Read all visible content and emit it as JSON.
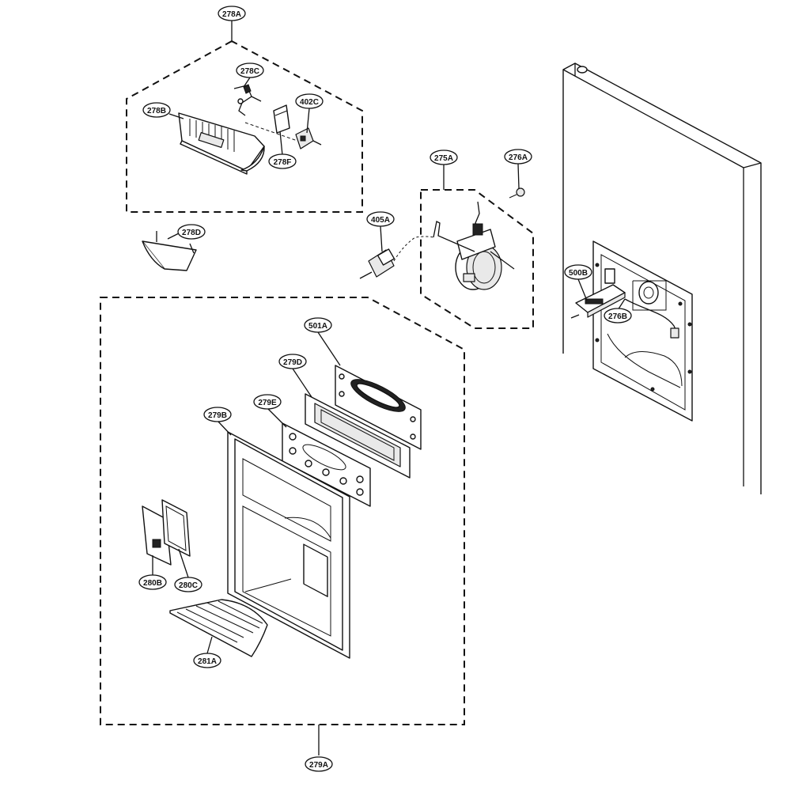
{
  "diagram": {
    "callouts": [
      {
        "id": "c278A",
        "label": "278A"
      },
      {
        "id": "c278C",
        "label": "278C"
      },
      {
        "id": "c278B",
        "label": "278B"
      },
      {
        "id": "c402C",
        "label": "402C"
      },
      {
        "id": "c278F",
        "label": "278F"
      },
      {
        "id": "c278D",
        "label": "278D"
      },
      {
        "id": "c275A",
        "label": "275A"
      },
      {
        "id": "c276A",
        "label": "276A"
      },
      {
        "id": "c405A",
        "label": "405A"
      },
      {
        "id": "c500B",
        "label": "500B"
      },
      {
        "id": "c276B",
        "label": "276B"
      },
      {
        "id": "c501A",
        "label": "501A"
      },
      {
        "id": "c279D",
        "label": "279D"
      },
      {
        "id": "c279E",
        "label": "279E"
      },
      {
        "id": "c279B",
        "label": "279B"
      },
      {
        "id": "c280B",
        "label": "280B"
      },
      {
        "id": "c280C",
        "label": "280C"
      },
      {
        "id": "c281A",
        "label": "281A"
      },
      {
        "id": "c279A",
        "label": "279A"
      }
    ]
  }
}
